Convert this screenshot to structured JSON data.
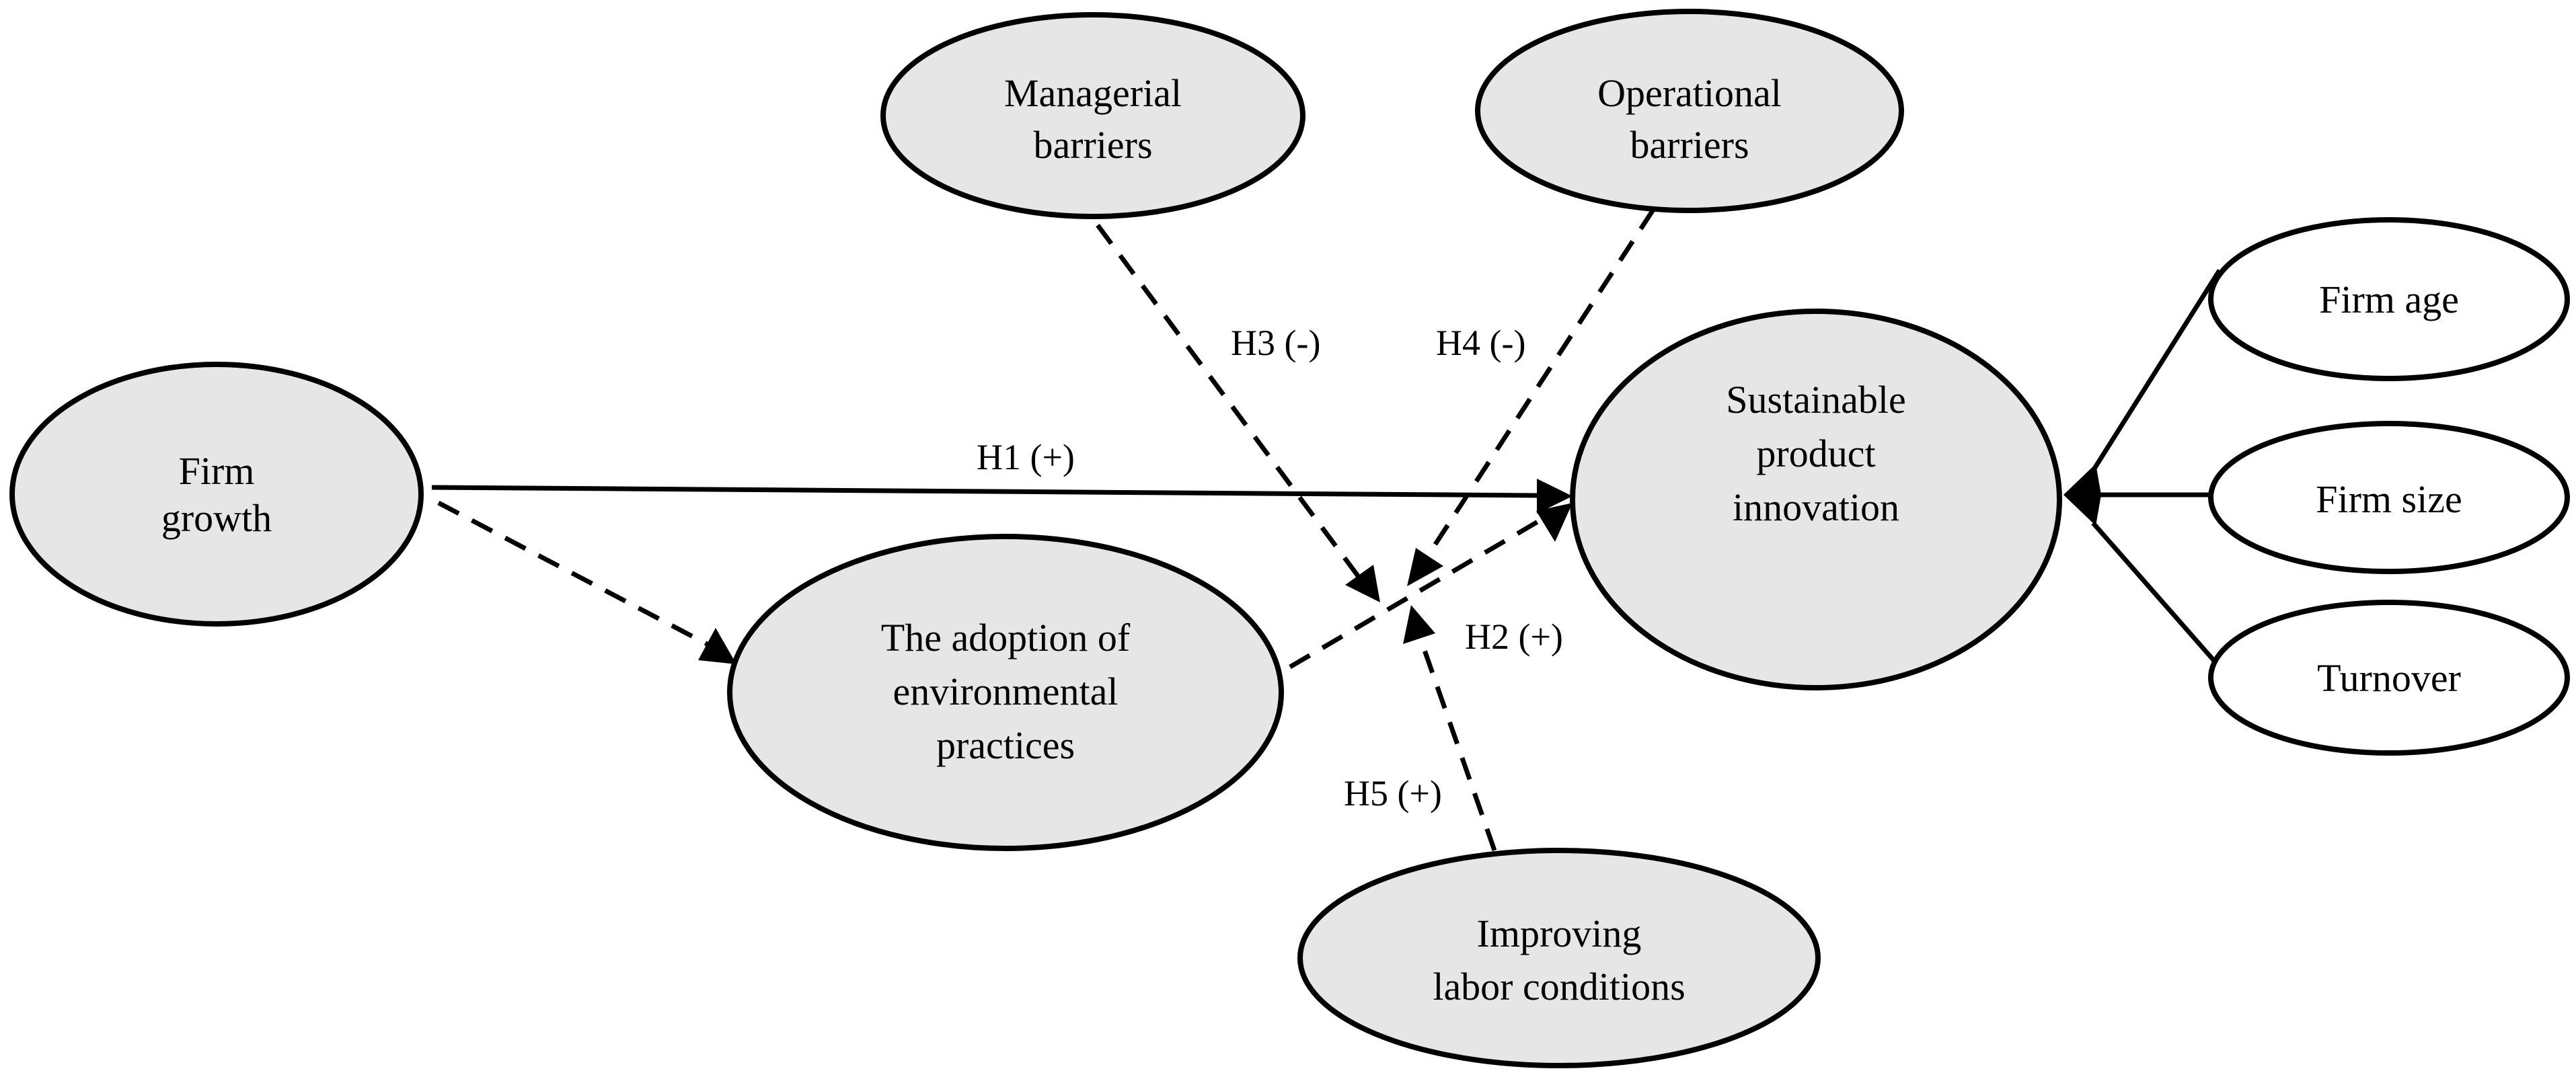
{
  "colors": {
    "construct_fill": "#e6e6e6",
    "control_fill": "#ffffff",
    "stroke": "#000000"
  },
  "nodes": {
    "firm_growth": {
      "lines": [
        "Firm",
        "growth"
      ]
    },
    "managerial_barriers": {
      "lines": [
        "Managerial",
        "barriers"
      ]
    },
    "operational_barriers": {
      "lines": [
        "Operational",
        "barriers"
      ]
    },
    "sustainable_product_innovation": {
      "lines": [
        "Sustainable",
        "product",
        "innovation"
      ]
    },
    "environmental_practices": {
      "lines": [
        "The adoption of",
        "environmental",
        "practices"
      ]
    },
    "labor_conditions": {
      "lines": [
        "Improving",
        "labor conditions"
      ]
    },
    "firm_age": {
      "lines": [
        "Firm age"
      ]
    },
    "firm_size": {
      "lines": [
        "Firm size"
      ]
    },
    "turnover": {
      "lines": [
        "Turnover"
      ]
    }
  },
  "edges": {
    "h1": {
      "label": "H1 (+)",
      "style": "solid"
    },
    "h2": {
      "label": "H2 (+)",
      "style": "dashed"
    },
    "h3": {
      "label": "H3 (-)",
      "style": "dashed"
    },
    "h4": {
      "label": "H4 (-)",
      "style": "dashed"
    },
    "h5": {
      "label": "H5 (+)",
      "style": "dashed"
    }
  }
}
